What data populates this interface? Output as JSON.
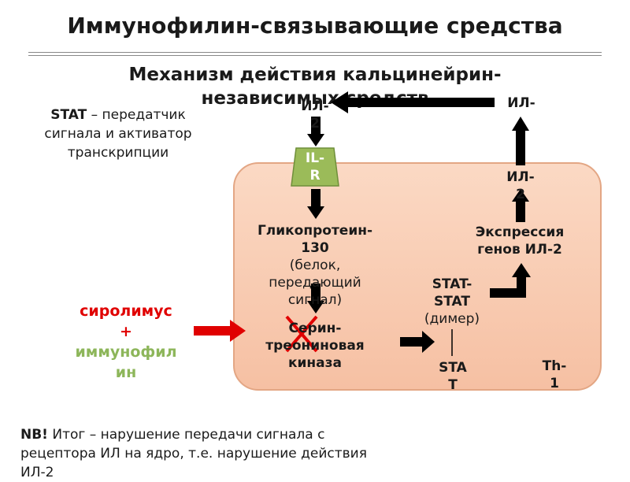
{
  "title": "Иммунофилин-связывающие средства",
  "subtitle_line1": "Механизм действия кальцинейрин-",
  "subtitle_line2": "независимых средств",
  "stat_note": {
    "term": "STAT",
    "line1_rest": " – передатчик",
    "line2": "сигнала и активатор",
    "line3": "транскрипции"
  },
  "nodes": {
    "il2_top_left_1": "ИЛ-",
    "il2_top_left_2": "2",
    "il2_top_right": "ИЛ-",
    "il_r_1": "IL-",
    "il_r_2": "R",
    "il2_mid_1": "ИЛ-",
    "il2_mid_2": "2",
    "glyco_1": "Гликопротеин-",
    "glyco_2": "130",
    "glyco_3": "(белок,",
    "glyco_4": "передающий",
    "glyco_5": "сигнал)",
    "kinase_1": "Серин-",
    "kinase_2": "треониновая",
    "kinase_3": "киназа",
    "expr_1": "Экспрессия",
    "expr_2": "генов ИЛ-2",
    "stat_dimer_1": "STAT-",
    "stat_dimer_2": "STAT",
    "stat_dimer_3": "(димер)",
    "stat_1": "STA",
    "stat_2": "T",
    "th1_1": "Th-",
    "th1_2": "1"
  },
  "drug": {
    "line1": "сиролимус",
    "line2": "+",
    "line3": "иммунофил",
    "line4": "ин"
  },
  "nb": {
    "label": "NB!",
    "line1_rest": " Итог – нарушение передачи сигнала с",
    "line2": "рецептора ИЛ на ядро, т.е. нарушение действия",
    "line3": "ИЛ-2"
  },
  "colors": {
    "cell_fill": "#f6c0a3",
    "receptor_fill": "#9bbb59",
    "inhibit_arrow": "#e00000",
    "block_cross": "#e00000",
    "drug_text_red": "#e00000",
    "drug_text_green": "#8db65a"
  }
}
